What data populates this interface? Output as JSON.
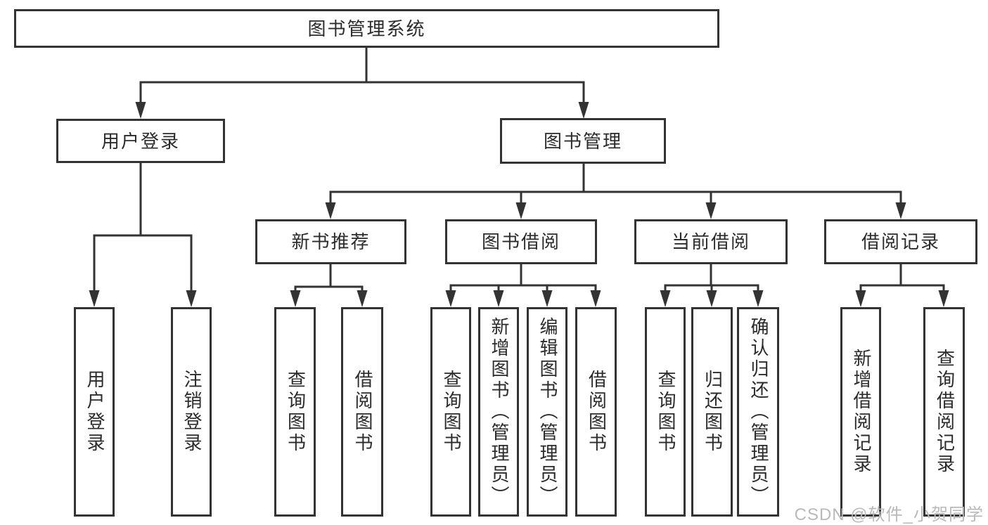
{
  "diagram": {
    "root": "图书管理系统",
    "level2": {
      "user_login": "用户登录",
      "book_mgmt": "图书管理"
    },
    "level3": {
      "new_book_rec": "新书推荐",
      "book_borrow": "图书借阅",
      "current_borrow": "当前借阅",
      "borrow_record": "借阅记录"
    },
    "leaves": {
      "user_login": "用户登录",
      "logout": "注销登录",
      "rec_query_book": "查询图书",
      "rec_borrow_book": "借阅图书",
      "bor_query_book": "查询图书",
      "bor_add_book": "新增图书（管理员）",
      "bor_edit_book": "编辑图书（管理员）",
      "bor_borrow_book": "借阅图书",
      "cur_query_book": "查询图书",
      "cur_return_book": "归还图书",
      "cur_confirm_return": "确认归还（管理员）",
      "rec2_add_record": "新增借阅记录",
      "rec2_query_record": "查询借阅记录"
    }
  },
  "watermark": "CSDN @软件_小贺同学",
  "colors": {
    "line": "#333333",
    "text": "#2b2b2b",
    "watermark": "#b9b9b9",
    "background": "#ffffff"
  }
}
